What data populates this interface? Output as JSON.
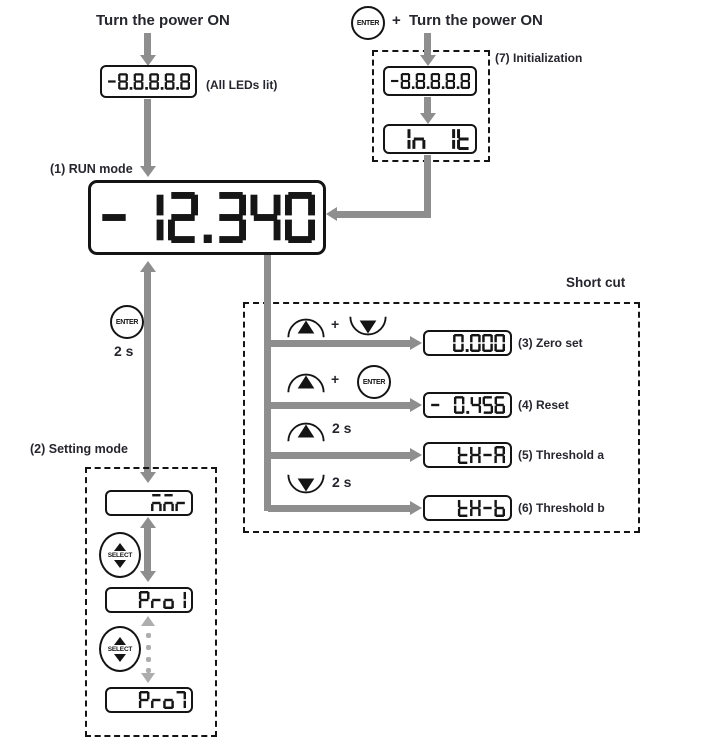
{
  "colors": {
    "ink": "#141414",
    "text": "#26262e",
    "arrow": "#8e8e8e",
    "arrow_light": "#adadad",
    "lcd_segment": "#161616"
  },
  "top_left": {
    "title": "Turn the power ON",
    "boot_display": "-8.8.8.8.8",
    "all_leds_note": "(All LEDs lit)",
    "run_mode_label": "(1) RUN mode",
    "run_display": "-12.340"
  },
  "top_right": {
    "enter_label": "ENTER",
    "plus": "+",
    "title": "Turn the power ON",
    "box_label": "(7) Initialization",
    "boot_display": "-8.8.8.8.8",
    "init_display": "In It"
  },
  "to_setting": {
    "enter_label": "ENTER",
    "hold_label": "2 s"
  },
  "shortcut": {
    "box_label": "Short cut",
    "rows": [
      {
        "keys": "up+down",
        "plus": "+",
        "display": "0.000",
        "label": "(3) Zero set"
      },
      {
        "keys": "up+enter",
        "plus": "+",
        "enter_label": "ENTER",
        "display": "- 0.456",
        "label": "(4) Reset"
      },
      {
        "keys": "up-hold",
        "hold": "2 s",
        "display": "tH-A",
        "label": "(5) Threshold a"
      },
      {
        "keys": "down-hold",
        "hold": "2 s",
        "display": "tH-b",
        "label": "(6) Threshold b"
      }
    ]
  },
  "setting": {
    "label": "(2) Setting mode",
    "select_label": "SELECT",
    "displays": [
      "ññr",
      "Pro1",
      "Pro7"
    ]
  }
}
